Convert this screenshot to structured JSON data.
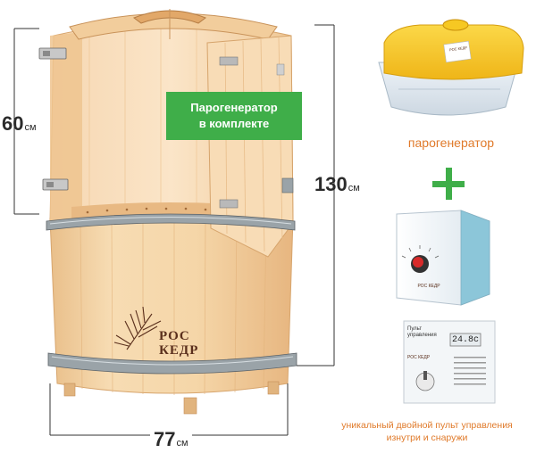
{
  "badge": {
    "line1": "Парогенератор",
    "line2": "в комплекте"
  },
  "dimensions": {
    "height_door": {
      "value": "60",
      "unit": "см"
    },
    "height_total": {
      "value": "130",
      "unit": "см"
    },
    "diameter": {
      "value": "77",
      "unit": "см"
    }
  },
  "logo": {
    "line1": "РОС",
    "line2": "КЕДР"
  },
  "products": {
    "steam_generator_caption": "парогенератор",
    "remote_caption_line1": "уникальный двойной пульт управления",
    "remote_caption_line2": "изнутри и снаружи",
    "generator_label": "РОС КЕДР",
    "control_box_label": "РОС КЕДР",
    "remote_title": "Пульт управления",
    "remote_display": "24.8c",
    "remote_logo": "РОС КЕДР"
  },
  "colors": {
    "badge_green": "#3fae49",
    "caption_orange": "#e07a2a",
    "wood_light": "#f3d3a5",
    "generator_yellow": "#f7c826"
  }
}
